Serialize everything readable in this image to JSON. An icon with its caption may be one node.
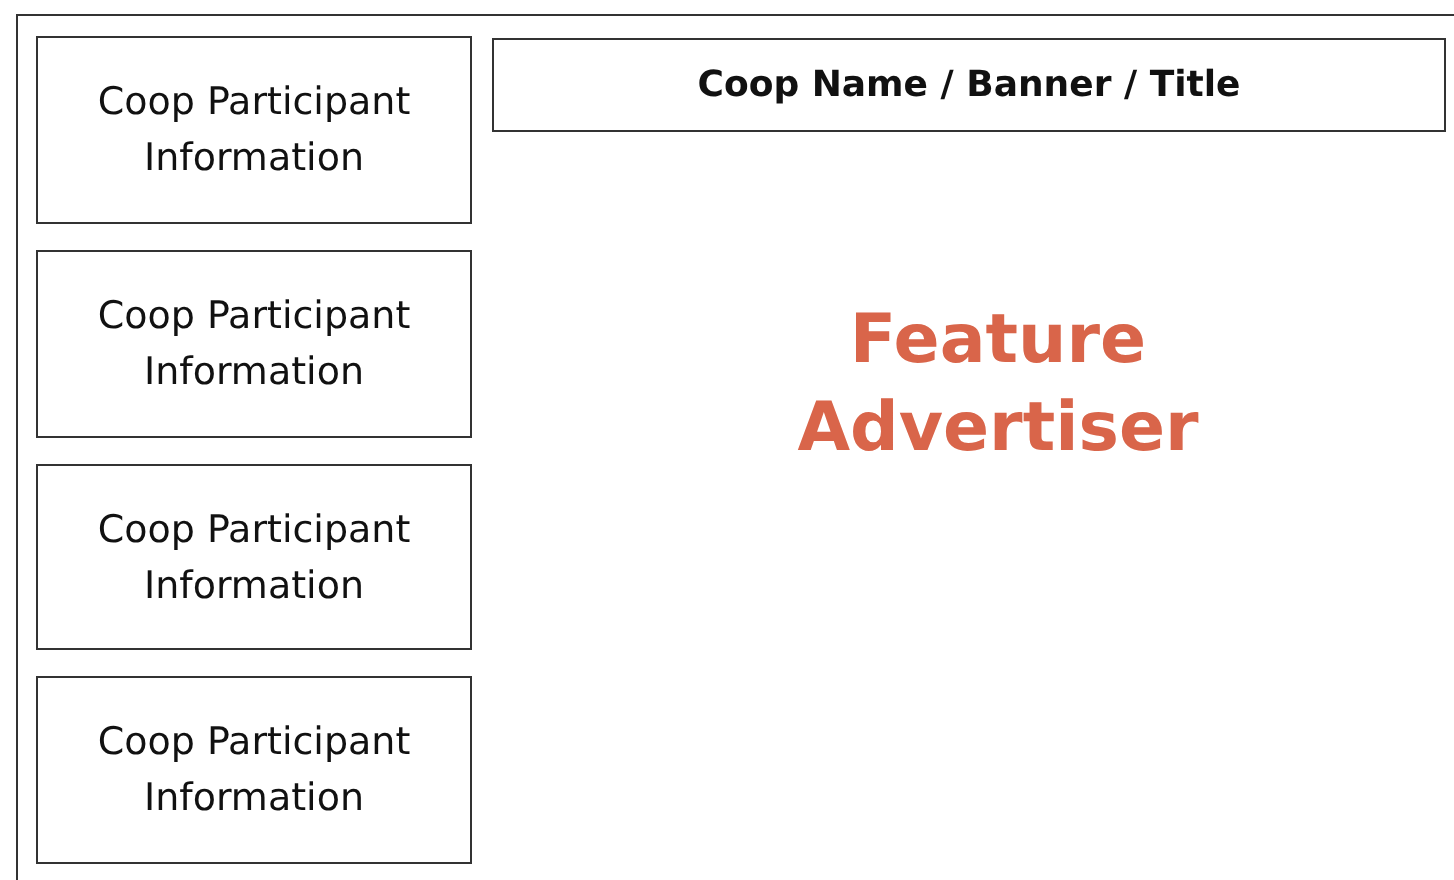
{
  "diagram": {
    "nodes": [
      {
        "text": [
          "Feature Advertiser"
        ]
      },
      {
        "text": [
          "Coop Participant Information"
        ],
        "in": 0
      },
      {
        "text": [
          "Coop Name / Banner / Title"
        ],
        "in": 0
      },
      {
        "text": [
          "Coop Participant Information"
        ],
        "in": 0
      },
      {
        "text": [
          "Coop Participant Information"
        ],
        "in": 0
      },
      {
        "text": [
          "Coop Participant Information"
        ],
        "in": 0
      }
    ],
    "edges": []
  }
}
